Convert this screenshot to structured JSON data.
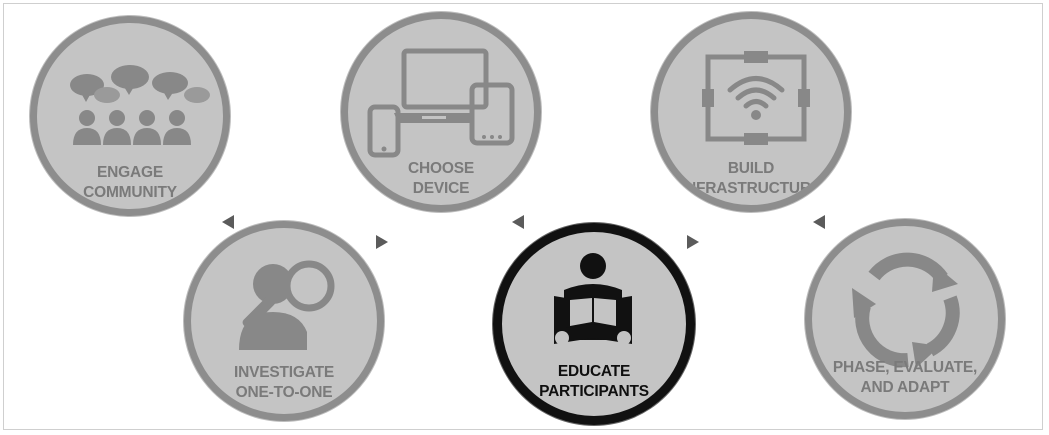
{
  "steps": [
    {
      "id": "engage",
      "line1": "ENGAGE",
      "line2": "COMMUNITY",
      "icon": "community-speech-bubbles-icon"
    },
    {
      "id": "investigate",
      "line1": "INVESTIGATE",
      "line2": "ONE-TO-ONE",
      "icon": "magnifying-glass-person-icon"
    },
    {
      "id": "choose",
      "line1": "CHOOSE",
      "line2": "DEVICE",
      "icon": "devices-icon"
    },
    {
      "id": "educate",
      "line1": "EDUCATE",
      "line2": "PARTICIPANTS",
      "icon": "reader-book-icon",
      "active": true
    },
    {
      "id": "build",
      "line1": "BUILD",
      "line2": "INFRASTRUCTURE",
      "icon": "wifi-network-icon"
    },
    {
      "id": "phase",
      "line1": "PHASE, EVALUATE,",
      "line2": "AND ADAPT",
      "icon": "cycle-arrows-icon"
    }
  ],
  "colors": {
    "circle_fill": "#c4c4c4",
    "circle_border": "#8d8d8d",
    "active_border": "#111111",
    "icon_grey": "#888888",
    "active_icon": "#111111",
    "label_grey": "#7a7a7a"
  }
}
